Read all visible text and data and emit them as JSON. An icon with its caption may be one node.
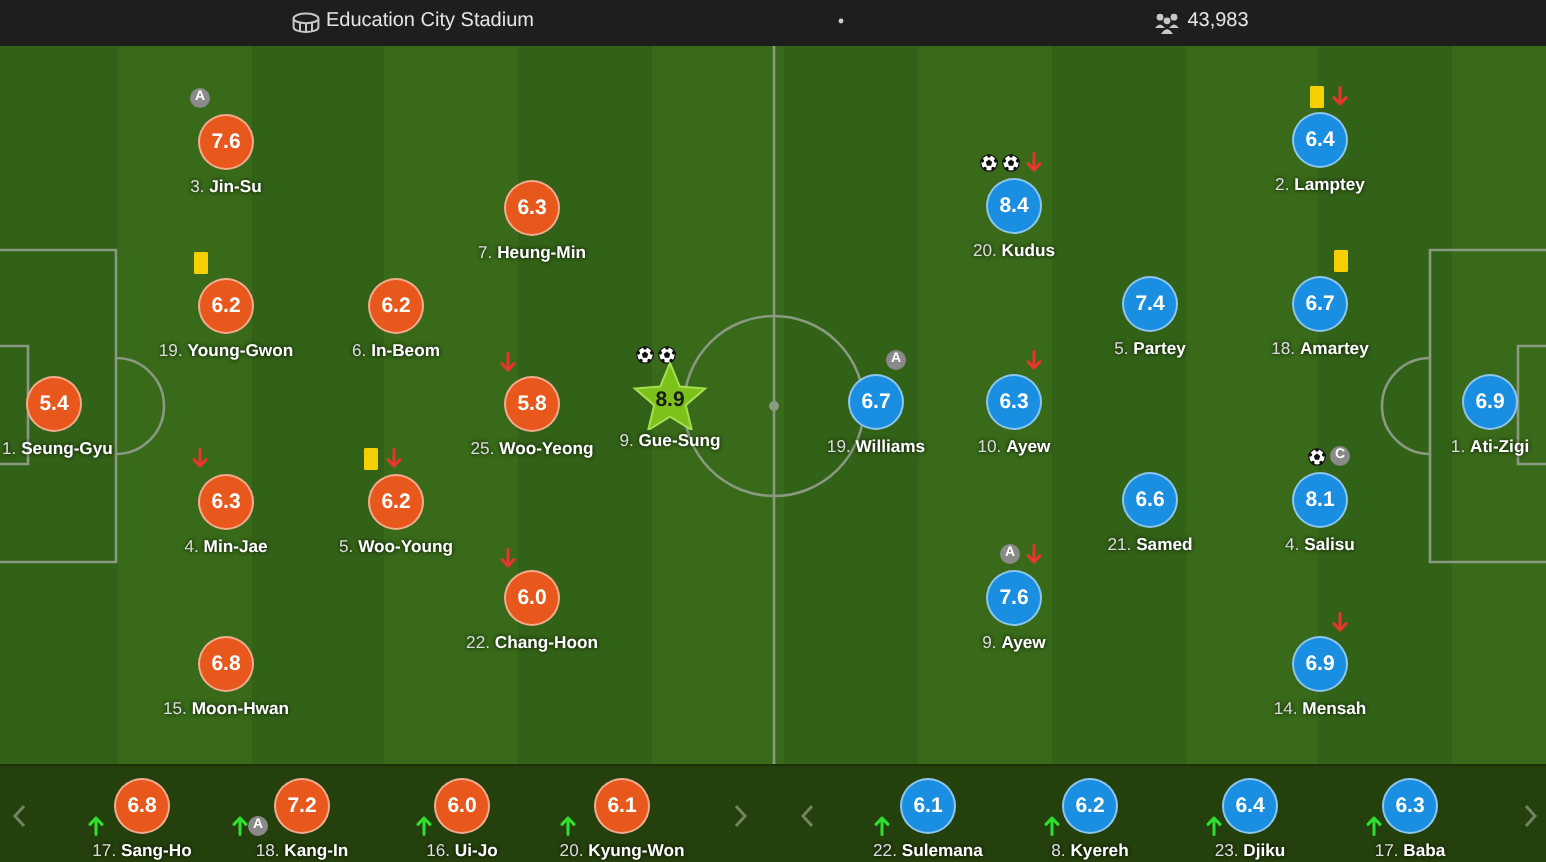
{
  "diagram": {
    "nodes": [
      {
        "text": [
          "7.6"
        ],
        "beside": [
          "A",
          "3. **Jin-Su**"
        ]
      },
      {
        "text": [
          "6.3"
        ],
        "beside": [
          "7. **Heung-Min**"
        ]
      },
      {
        "text": [
          "6.2"
        ],
        "beside": [
          "19. **Young-Gwon**"
        ]
      },
      {
        "text": [
          "6.2"
        ],
        "beside": [
          "6. **In-Beom**"
        ]
      },
      {
        "text": [
          "5.4"
        ],
        "beside": [
          "1. **Seung-Gyu**"
        ]
      },
      {
        "text": [
          "5.8"
        ],
        "beside": [
          "25. **Woo-Yeong**"
        ]
      },
      {
        "text": [
          "8.9"
        ],
        "beside": [
          "9. **Gue-Sung**"
        ]
      },
      {
        "text": [
          "6.3"
        ],
        "beside": [
          "4. **Min-Jae**"
        ]
      },
      {
        "text": [
          "6.2"
        ],
        "beside": [
          "5. **Woo-Young**"
        ]
      },
      {
        "text": [
          "6.0"
        ],
        "beside": [
          "22. **Chang-Hoon**"
        ]
      },
      {
        "text": [
          "6.8"
        ],
        "beside": [
          "15. **Moon-Hwan**"
        ]
      },
      {
        "text": [
          "6.4"
        ],
        "beside": [
          "2. **Lamptey**"
        ]
      },
      {
        "text": [
          "8.4"
        ],
        "beside": [
          "20. **Kudus**"
        ]
      },
      {
        "text": [
          "7.4"
        ],
        "beside": [
          "5. **Partey**"
        ]
      },
      {
        "text": [
          "6.7"
        ],
        "beside": [
          "18. **Amartey**"
        ]
      },
      {
        "text": [
          "6.7"
        ],
        "beside": [
          "A",
          "19. **Williams**"
        ]
      },
      {
        "text": [
          "6.3"
        ],
        "beside": [
          "10. **Ayew**"
        ]
      },
      {
        "text": [
          "6.9"
        ],
        "beside": [
          "1. **Ati-Zigi**"
        ]
      },
      {
        "text": [
          "6.6"
        ],
        "beside": [
          "21. **Samed**"
        ]
      },
      {
        "text": [
          "8.1"
        ],
        "beside": [
          "C",
          "4. **Salisu**"
        ]
      },
      {
        "text": [
          "7.6"
        ],
        "beside": [
          "A",
          "9. **Ayew**"
        ]
      },
      {
        "text": [
          "6.9"
        ],
        "beside": [
          "14. **Mensah**"
        ]
      },
      {
        "text": [
          "6.8"
        ],
        "beside": [
          "17. **Sang-Ho**"
        ]
      },
      {
        "text": [
          "7.2"
        ],
        "beside": [
          "A",
          "18. **Kang-In**"
        ]
      },
      {
        "text": [
          "6.0"
        ],
        "beside": [
          "16. **Ui-Jo**"
        ]
      },
      {
        "text": [
          "6.1"
        ],
        "beside": [
          "20. **Kyung-Won**"
        ]
      },
      {
        "text": [
          "6.1"
        ],
        "beside": [
          "22. **Sulemana**"
        ]
      },
      {
        "text": [
          "6.2"
        ],
        "beside": [
          "8. **Kyereh**"
        ]
      },
      {
        "text": [
          "6.4"
        ],
        "beside": [
          "23. **Djiku**"
        ]
      },
      {
        "text": [
          "6.3"
        ],
        "beside": [
          "17. **Baba**"
        ]
      }
    ],
    "labels": [
      "Education City Stadium",
      "43,983"
    ]
  }
}
